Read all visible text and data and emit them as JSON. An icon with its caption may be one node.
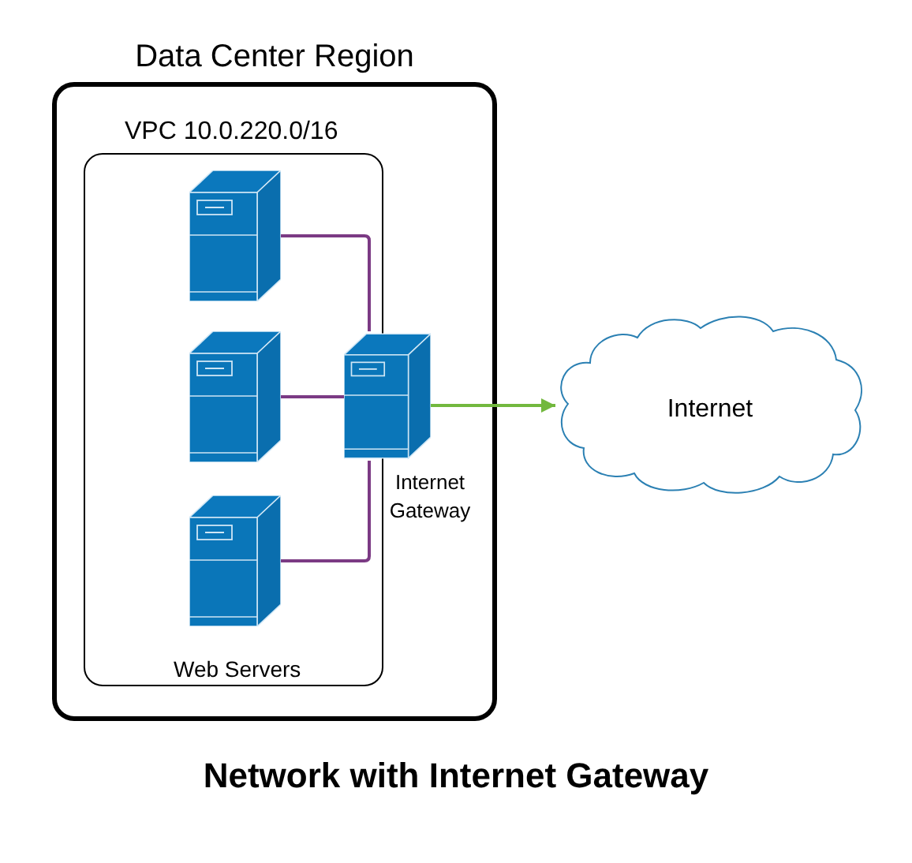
{
  "diagram": {
    "title": "Network with Internet Gateway",
    "nodes": [
      {
        "text": [
          "Data Center Region"
        ]
      },
      {
        "text": [
          "VPC 10.0.220.0/16"
        ],
        "in": 0
      },
      {
        "text": [],
        "shape": "server",
        "in": 1
      },
      {
        "text": [],
        "shape": "server",
        "in": 1
      },
      {
        "text": [],
        "shape": "server",
        "in": 1
      },
      {
        "text": [],
        "shape": "server",
        "in": 0,
        "beside": [
          "Internet Gateway"
        ]
      },
      {
        "text": [
          "Internet"
        ]
      }
    ],
    "edges": [
      {
        "from": 2,
        "to": 5,
        "arrow": "none"
      },
      {
        "from": 3,
        "to": 5,
        "arrow": "none"
      },
      {
        "from": 4,
        "to": 5,
        "arrow": "none"
      },
      {
        "from": 5,
        "to": 6,
        "arrow": "to",
        "color": "#72b83e"
      }
    ],
    "labels": [
      "Web Servers"
    ]
  }
}
